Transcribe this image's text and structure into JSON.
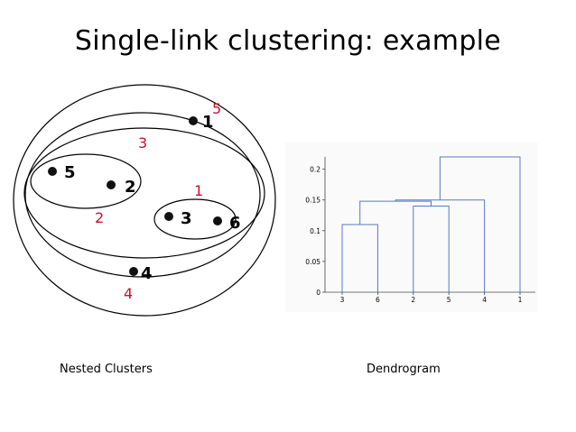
{
  "title": "Single-link clustering: example",
  "nested": {
    "caption": "Nested Clusters",
    "points": [
      {
        "label": "1"
      },
      {
        "label": "2"
      },
      {
        "label": "3"
      },
      {
        "label": "4"
      },
      {
        "label": "5"
      },
      {
        "label": "6"
      }
    ],
    "merge_order_labels": [
      "1",
      "2",
      "3",
      "4",
      "5"
    ],
    "merge_label_color": "#c8102e"
  },
  "dendrogram": {
    "caption": "Dendrogram",
    "leaves": [
      "3",
      "6",
      "2",
      "5",
      "4",
      "1"
    ],
    "y_ticks": [
      "0",
      "0.05",
      "0.1",
      "0.15",
      "0.2"
    ],
    "line_color": "#5b78c8"
  },
  "chart_data": {
    "type": "dendrogram",
    "leaves": [
      "3",
      "6",
      "2",
      "5",
      "4",
      "1"
    ],
    "ylim": [
      0,
      0.22
    ],
    "y_ticks": [
      0,
      0.05,
      0.1,
      0.15,
      0.2
    ],
    "merges": [
      {
        "children": [
          "3",
          "6"
        ],
        "height": 0.11
      },
      {
        "children": [
          "2",
          "5"
        ],
        "height": 0.14
      },
      {
        "children": [
          "{2,5}",
          "{3,6}"
        ],
        "height": 0.148
      },
      {
        "children": [
          "{2,5,3,6}",
          "4"
        ],
        "height": 0.15
      },
      {
        "children": [
          "{2,5,3,6,4}",
          "1"
        ],
        "height": 0.22
      }
    ]
  }
}
